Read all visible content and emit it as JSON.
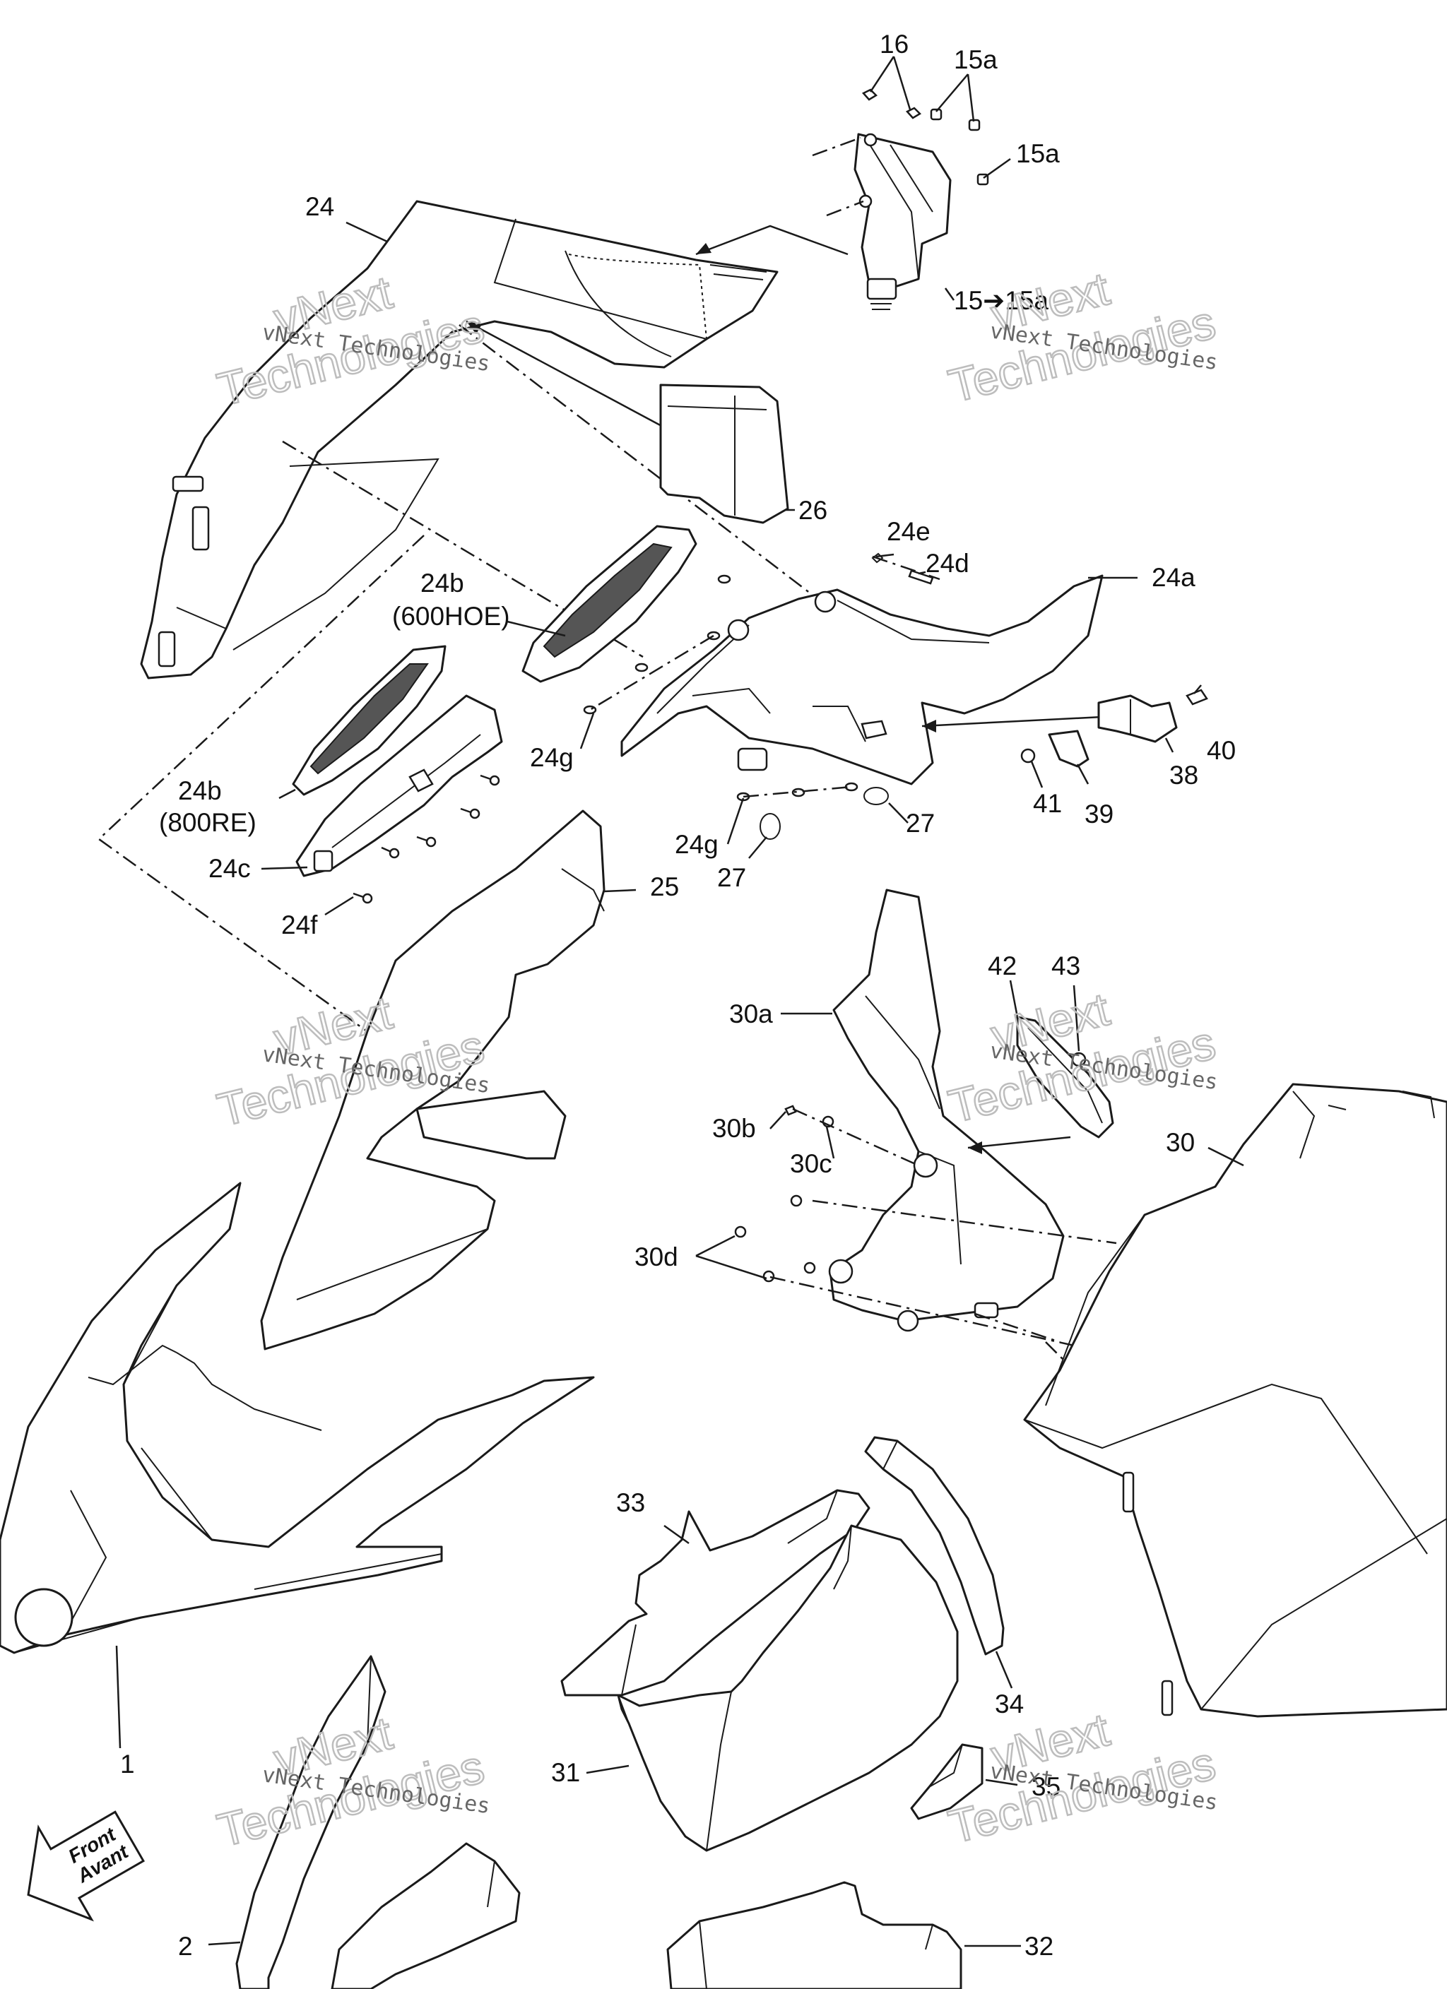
{
  "diagram": {
    "labels": [
      {
        "id": "l16",
        "text": "16"
      },
      {
        "id": "l15a_1",
        "text": "15a"
      },
      {
        "id": "l15a_2",
        "text": "15a"
      },
      {
        "id": "l15to15a",
        "text": "15➔15a"
      },
      {
        "id": "l24",
        "text": "24"
      },
      {
        "id": "l26",
        "text": "26"
      },
      {
        "id": "l24e",
        "text": "24e"
      },
      {
        "id": "l24d",
        "text": "24d"
      },
      {
        "id": "l24a",
        "text": "24a"
      },
      {
        "id": "l24b_1",
        "text": "24b"
      },
      {
        "id": "l600hoe",
        "text": "(600HOE)"
      },
      {
        "id": "l40",
        "text": "40"
      },
      {
        "id": "l38",
        "text": "38"
      },
      {
        "id": "l41",
        "text": "41"
      },
      {
        "id": "l39",
        "text": "39"
      },
      {
        "id": "l24g_1",
        "text": "24g"
      },
      {
        "id": "l24b_2",
        "text": "24b"
      },
      {
        "id": "l800re",
        "text": "(800RE)"
      },
      {
        "id": "l27_1",
        "text": "27"
      },
      {
        "id": "l24g_2",
        "text": "24g"
      },
      {
        "id": "l27_2",
        "text": "27"
      },
      {
        "id": "l24c",
        "text": "24c"
      },
      {
        "id": "l25",
        "text": "25"
      },
      {
        "id": "l24f",
        "text": "24f"
      },
      {
        "id": "l42",
        "text": "42"
      },
      {
        "id": "l43",
        "text": "43"
      },
      {
        "id": "l30a",
        "text": "30a"
      },
      {
        "id": "l30b",
        "text": "30b"
      },
      {
        "id": "l30c",
        "text": "30c"
      },
      {
        "id": "l30",
        "text": "30"
      },
      {
        "id": "l30d",
        "text": "30d"
      },
      {
        "id": "l33",
        "text": "33"
      },
      {
        "id": "l34",
        "text": "34"
      },
      {
        "id": "l1",
        "text": "1"
      },
      {
        "id": "l31",
        "text": "31"
      },
      {
        "id": "l35",
        "text": "35"
      },
      {
        "id": "l2",
        "text": "2"
      },
      {
        "id": "l32",
        "text": "32"
      }
    ],
    "front_arrow": {
      "line1": "Front",
      "line2": "Avant"
    },
    "watermark": {
      "line1": "vNext Technologies",
      "line2": "Technologies",
      "line3": "vNext"
    }
  }
}
